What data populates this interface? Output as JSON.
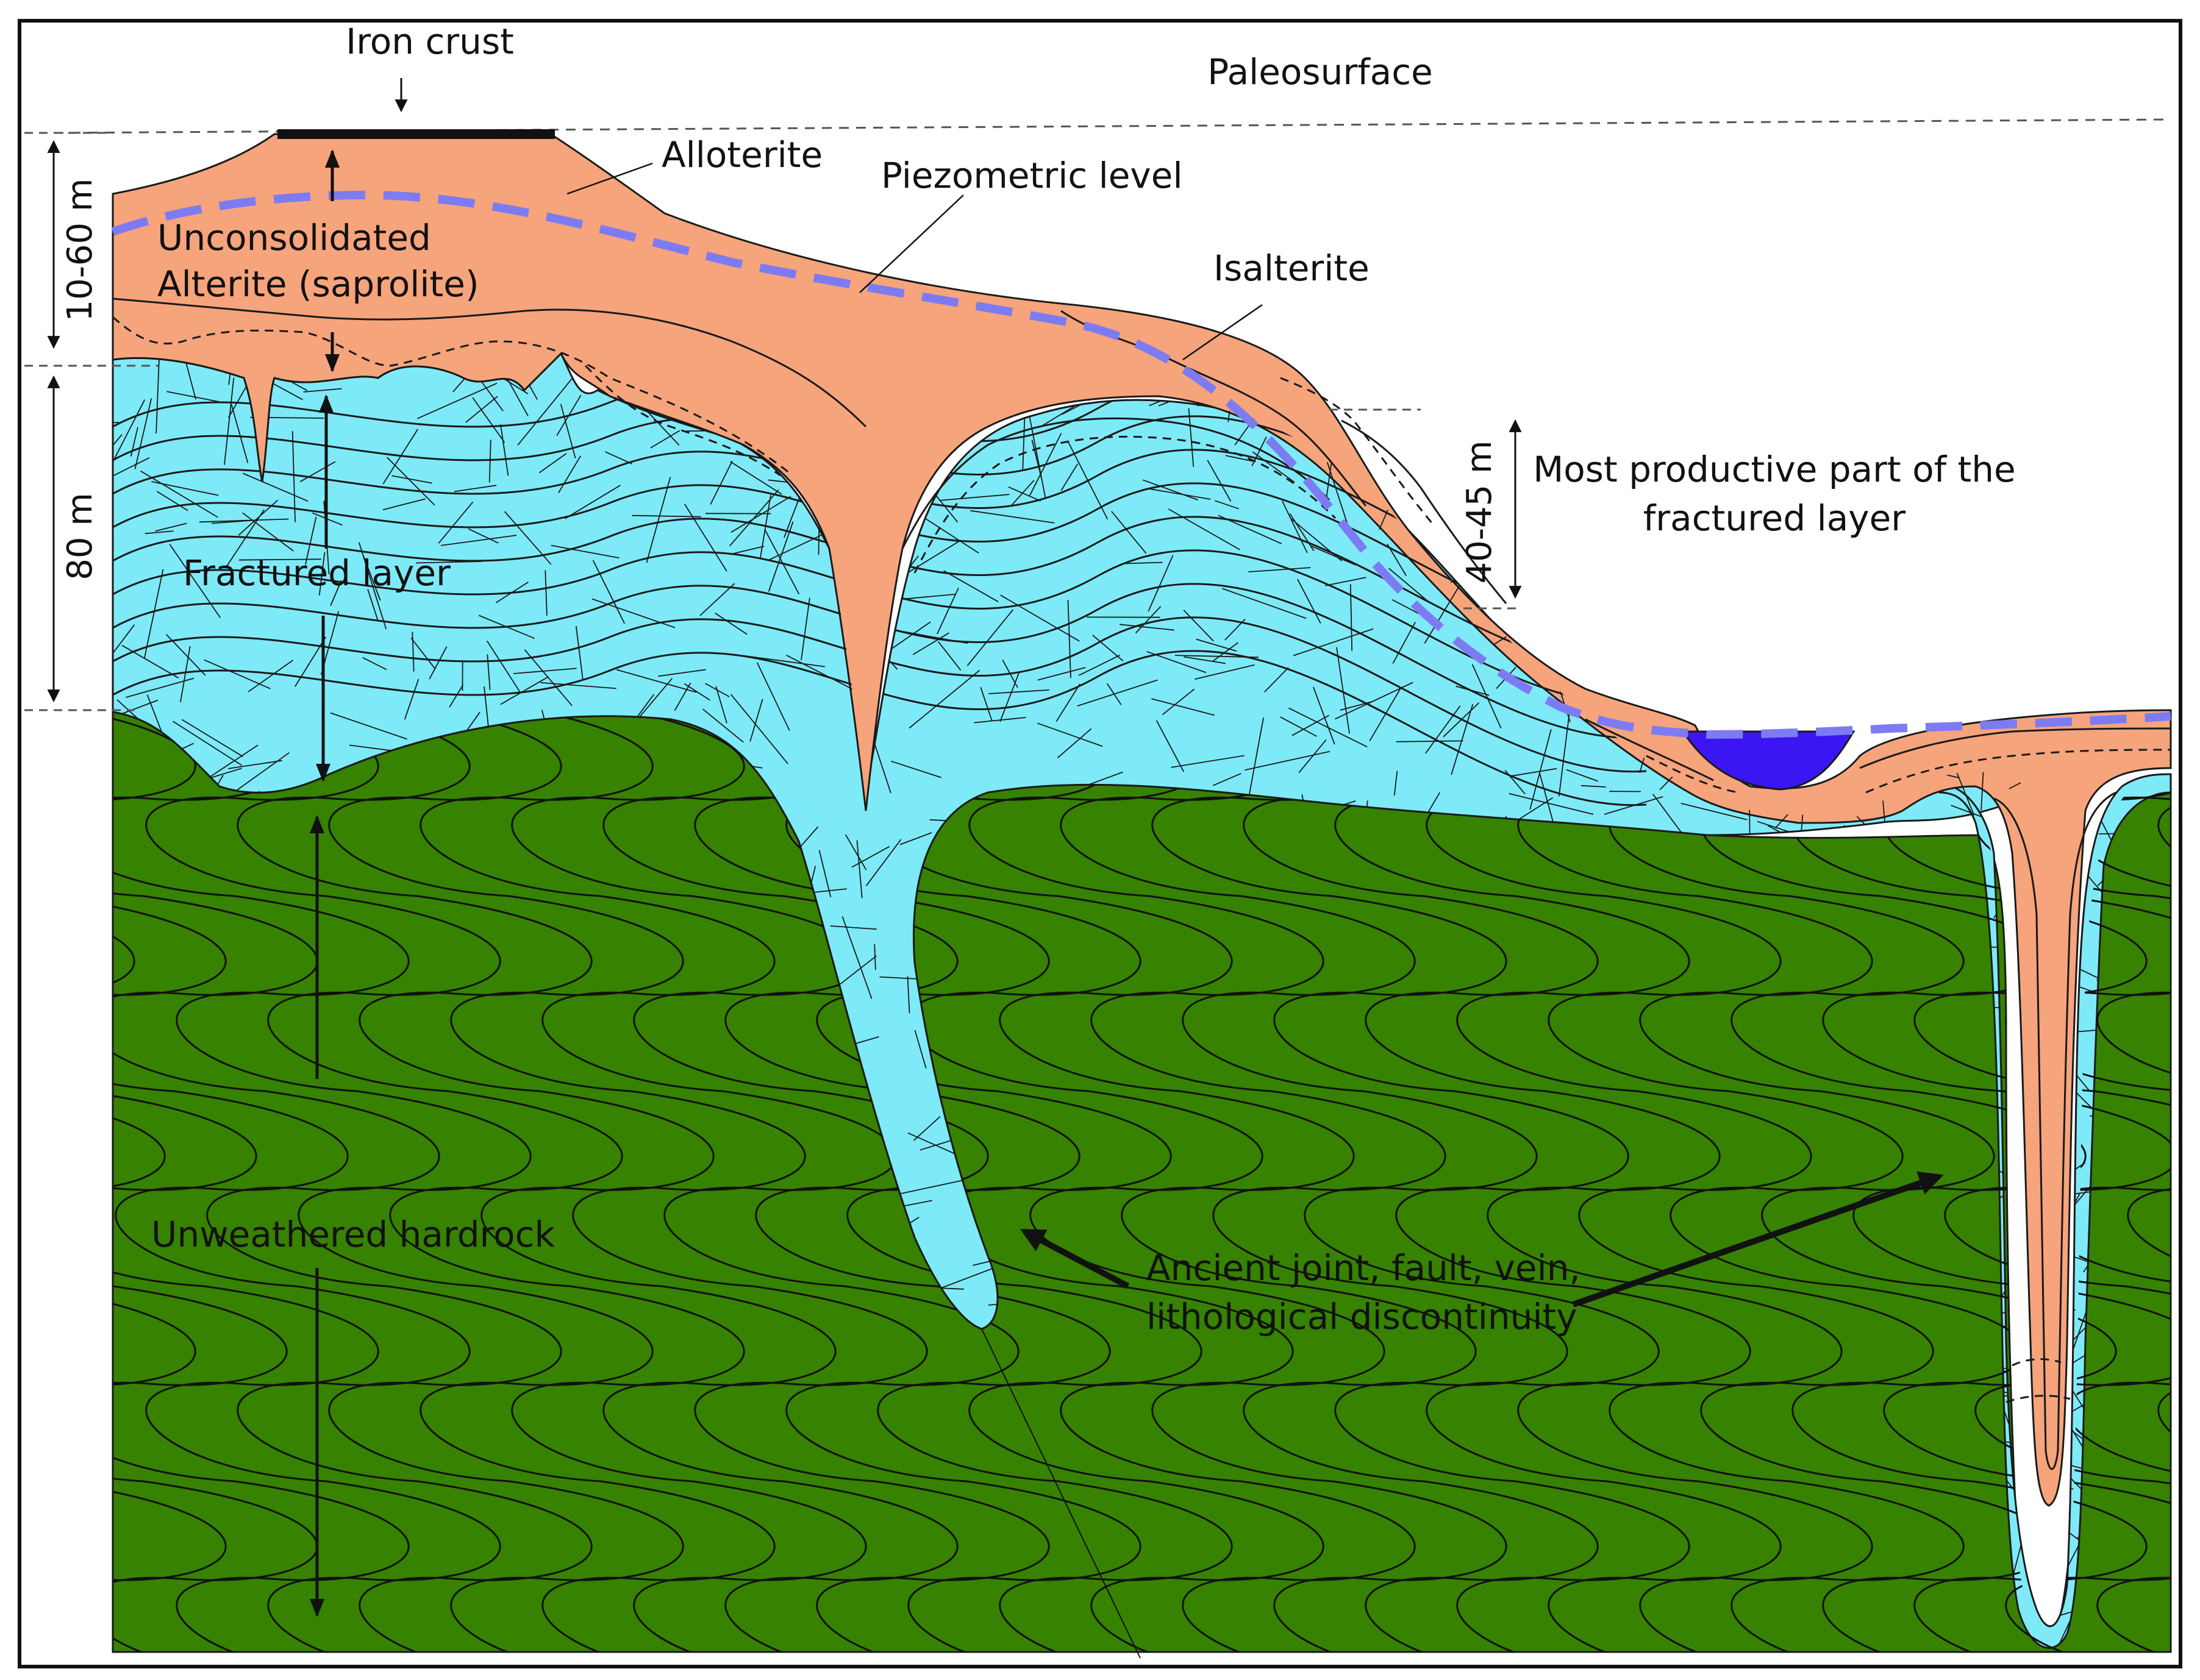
{
  "colors": {
    "background": "#ffffff",
    "frame": "#111111",
    "alterite": "#f6a47c",
    "fractured": "#7eeaf8",
    "hardrock": "#378200",
    "water": "#3b16f2",
    "piezometric": "#7d7bf2",
    "iron_crust": "#111111",
    "lines": "#1a1a1a"
  },
  "labels": {
    "iron_crust": "Iron crust",
    "paleosurface": "Paleosurface",
    "alloterite": "Alloterite",
    "piezometric_level": "Piezometric level",
    "unconsolidated_line1": "Unconsolidated",
    "unconsolidated_line2": "Alterite (saprolite)",
    "isalterite": "Isalterite",
    "fractured_layer": "Fractured layer",
    "most_productive_line1": "Most productive part of the",
    "most_productive_line2": "fractured layer",
    "unweathered_hardrock": "Unweathered hardrock",
    "discontinuity_line1": "Ancient joint, fault, vein,",
    "discontinuity_line2": "lithological discontinuity"
  },
  "dimensions": {
    "alterite_thickness": "10-60 m",
    "fractured_thickness": "80 m",
    "productive_thickness": "40-45 m"
  }
}
